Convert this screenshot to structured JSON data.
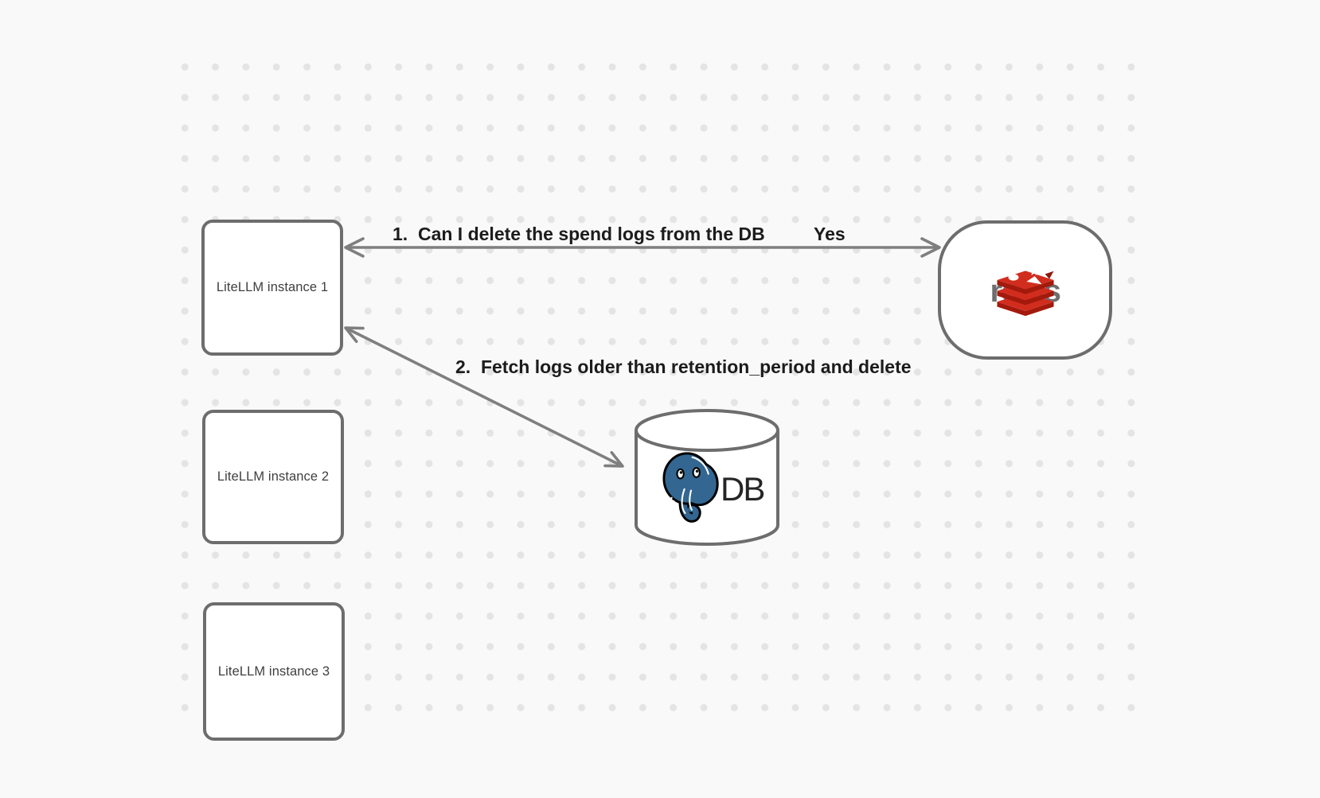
{
  "diagram": {
    "nodes": {
      "instance1": {
        "label": "LiteLLM instance 1"
      },
      "instance2": {
        "label": "LiteLLM instance 2"
      },
      "instance3": {
        "label": "LiteLLM instance 3"
      },
      "redis": {
        "wordmark": "redis"
      },
      "db": {
        "label": "DB"
      }
    },
    "arrows": {
      "arrow1": {
        "label": "1.  Can I delete the spend logs from the DB",
        "response": "Yes"
      },
      "arrow2": {
        "label": "2.  Fetch logs older than retention_period and delete"
      }
    },
    "colors": {
      "background": "#f9f9f9",
      "grid_dot": "#e4e4e4",
      "shape_stroke": "#6d6d6d",
      "arrow_stroke": "#7f7f7f",
      "label_text": "#1c1c1c",
      "node_text": "#3f3f3f",
      "redis_red": "#d12d1e",
      "redis_dark_red": "#a31a0c",
      "redis_wordmark_gray": "#6e6e6e",
      "postgres_blue": "#336791"
    }
  }
}
